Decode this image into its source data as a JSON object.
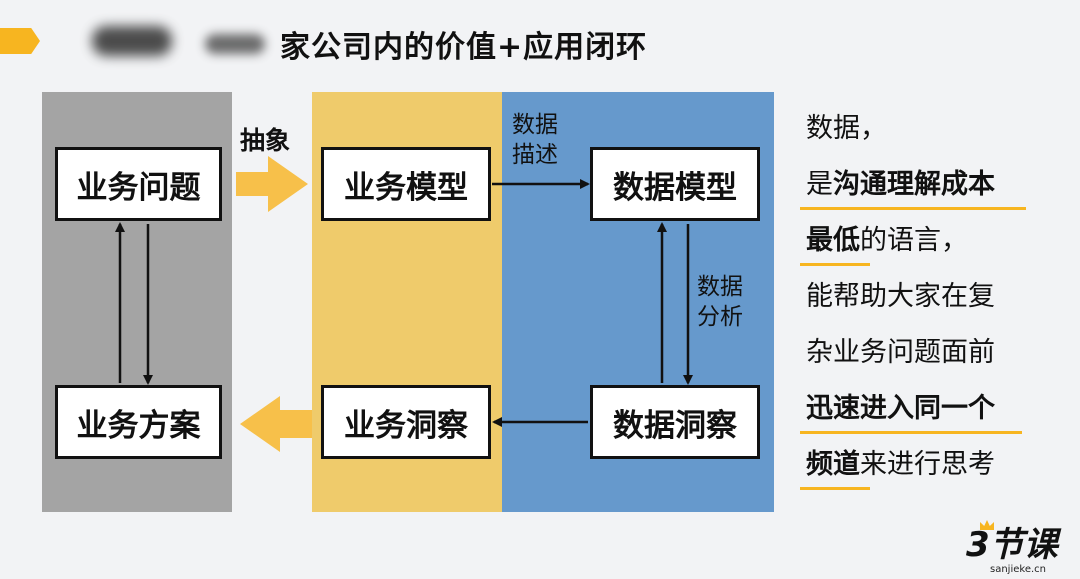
{
  "header": {
    "title": "家公司内的价值+应用闭环"
  },
  "diagram": {
    "boxes": {
      "business_problem": "业务问题",
      "business_solution": "业务方案",
      "business_model": "业务模型",
      "business_insight": "业务洞察",
      "data_model": "数据模型",
      "data_insight": "数据洞察"
    },
    "labels": {
      "abstraction": "抽象",
      "data_description_1": "数据",
      "data_description_2": "描述",
      "data_analysis_1": "数据",
      "data_analysis_2": "分析"
    },
    "colors": {
      "panel_gray": "#a4a4a4",
      "panel_yellow": "#efcb6b",
      "panel_blue": "#6699cc",
      "accent": "#f7b520"
    }
  },
  "side_text": {
    "l1": "数据，",
    "l2_a": "是",
    "l2_b": "沟通理解成本",
    "l3_a": "最低",
    "l3_b": "的语言，",
    "l4": "能帮助大家在复",
    "l5": "杂业务问题面前",
    "l6": "迅速进入同一个",
    "l7_a": "频道",
    "l7_b": "来进行思考"
  },
  "logo": {
    "main": "3节课",
    "sub": "sanjieke.cn"
  }
}
